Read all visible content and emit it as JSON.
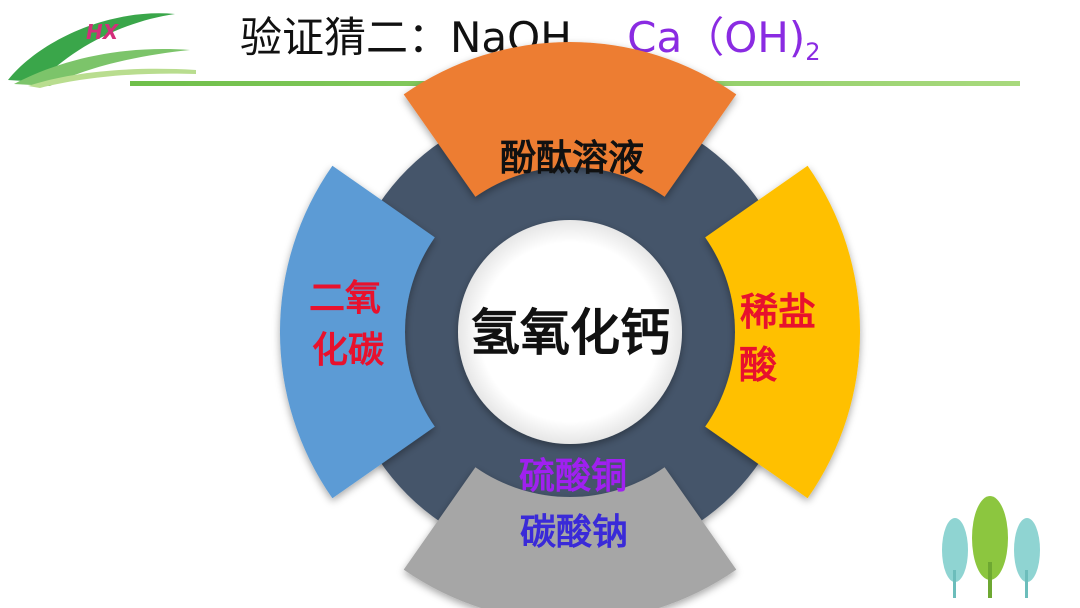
{
  "logo": {
    "text": "HX"
  },
  "title": {
    "prefix": "验证猜二：NaOH 、",
    "compound": "Ca（OH)",
    "subscript": "2"
  },
  "diagram": {
    "center": "氢氧化钙",
    "top": {
      "label": "酚酞溶液",
      "color": "#ed7d31",
      "text_color": "#111111"
    },
    "right": {
      "line1": "稀盐",
      "line2": "酸",
      "color": "#ffc000",
      "text_color": "#e8112d"
    },
    "bottom": {
      "line1": "硫酸铜",
      "line2": "碳酸钠",
      "color": "#a6a6a6",
      "line1_color": "#a020f0",
      "line2_color": "#3a2ad8"
    },
    "left": {
      "line1": "二氧",
      "line2": "化碳",
      "color": "#5b9bd5",
      "text_color": "#e8112d"
    },
    "ring_color": "#44546a"
  }
}
